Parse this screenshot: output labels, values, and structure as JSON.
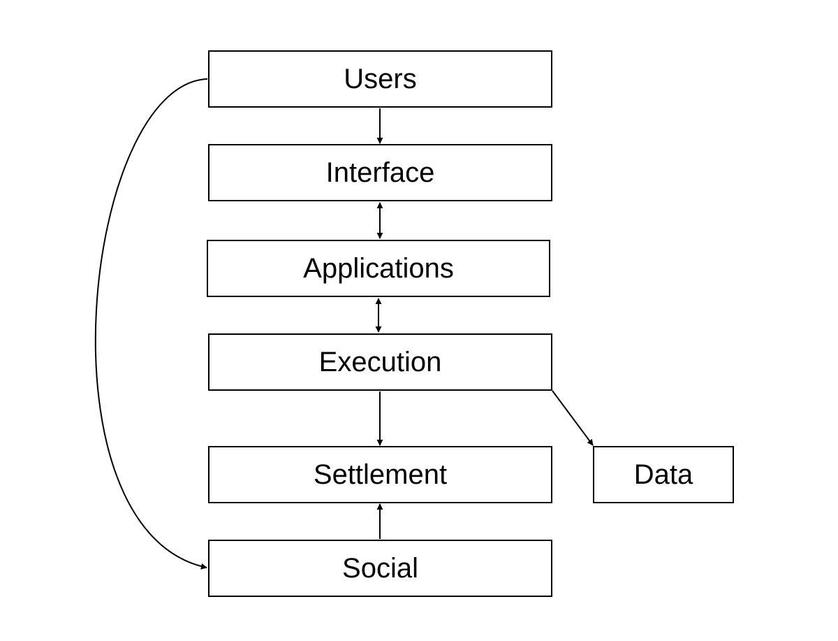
{
  "diagram": {
    "nodes": {
      "users": "Users",
      "interface": "Interface",
      "applications": "Applications",
      "execution": "Execution",
      "settlement": "Settlement",
      "social": "Social",
      "data": "Data"
    },
    "edges": [
      {
        "from": "users",
        "to": "interface",
        "direction": "forward"
      },
      {
        "from": "interface",
        "to": "applications",
        "direction": "both"
      },
      {
        "from": "applications",
        "to": "execution",
        "direction": "both"
      },
      {
        "from": "execution",
        "to": "settlement",
        "direction": "forward"
      },
      {
        "from": "social",
        "to": "settlement",
        "direction": "forward"
      },
      {
        "from": "execution",
        "to": "data",
        "direction": "forward"
      },
      {
        "from": "users",
        "to": "social",
        "direction": "forward",
        "style": "curved"
      }
    ],
    "colors": {
      "stroke": "#000000",
      "background": "#ffffff"
    }
  }
}
